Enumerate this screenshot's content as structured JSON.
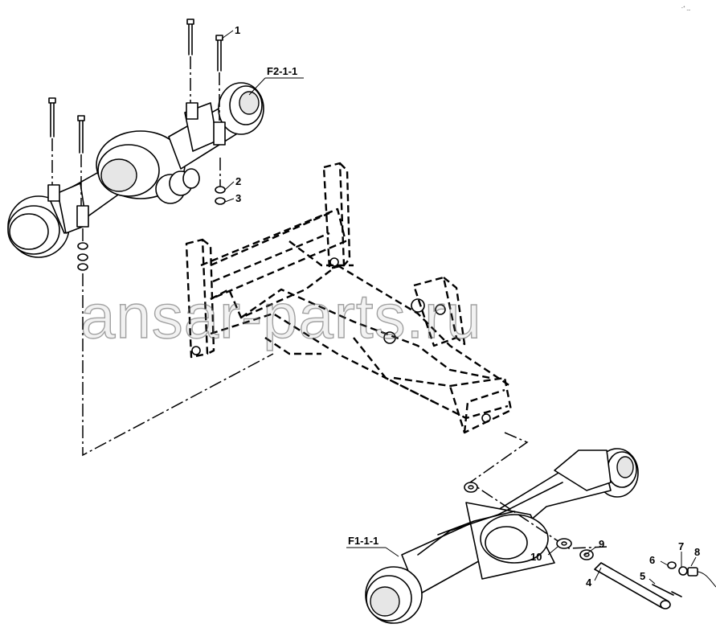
{
  "watermark": "ansar-parts.ru",
  "corner_mark": "⸱ᐩ ˍˍ",
  "callouts": {
    "n1": "1",
    "n2": "2",
    "n3": "3",
    "n4": "4",
    "n5": "5",
    "n6": "6",
    "n7": "7",
    "n8": "8",
    "n9": "9",
    "n10": "10"
  },
  "references": {
    "rear_axle": "F2-1-1",
    "front_axle": "F1-1-1"
  }
}
